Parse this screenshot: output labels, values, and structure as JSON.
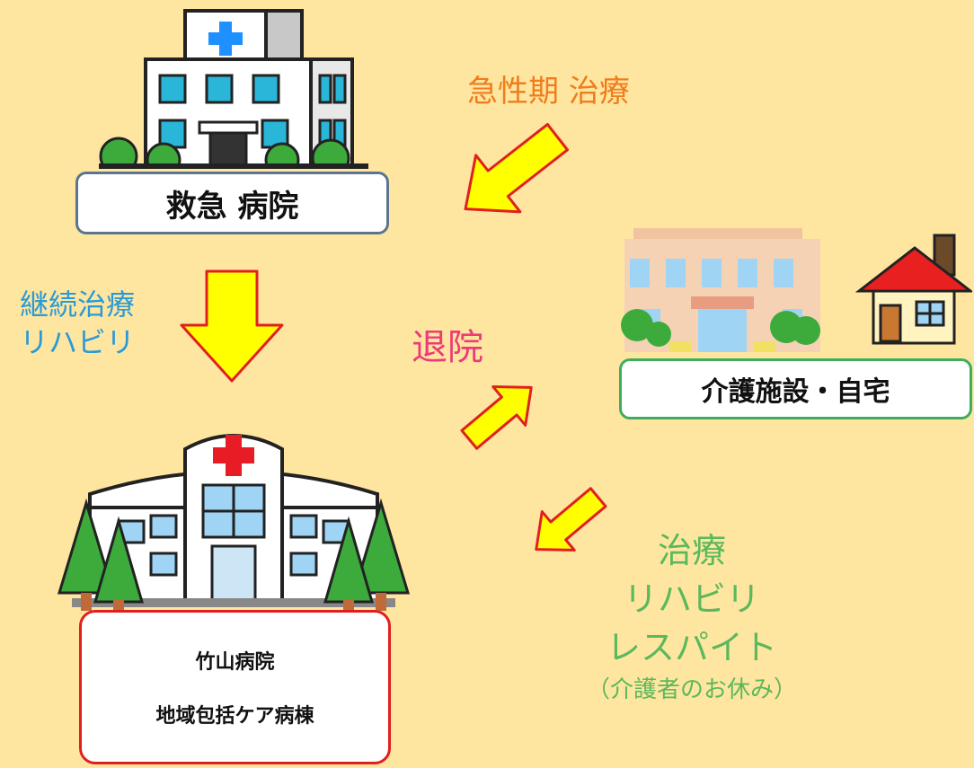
{
  "nodes": {
    "emergency_hospital": "救急 病院",
    "care_home": "介護施設・自宅",
    "takeyama_name": "竹山病院",
    "takeyama_ward": "地域包括ケア病棟"
  },
  "labels": {
    "acute": "急性期 治療",
    "continue_line1": "継続治療",
    "continue_line2": "リハビリ",
    "discharge": "退院",
    "treat_line1": "治療",
    "treat_line2": "リハビリ",
    "treat_line3": "レスパイト",
    "treat_note": "（介護者のお休み）"
  },
  "colors": {
    "background": "#ffe6a0",
    "arrow_fill": "#ffff00",
    "arrow_stroke": "#e02020",
    "acute_text": "#f07c1c",
    "continue_text": "#2a9ad6",
    "discharge_text": "#ee3a7a",
    "treat_text": "#5cb85c"
  }
}
